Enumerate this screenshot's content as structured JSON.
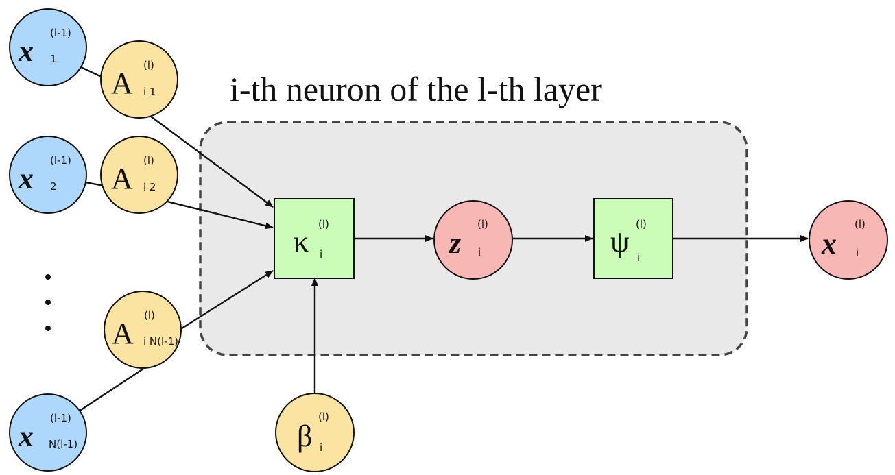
{
  "title": "i-th neuron of the l-th layer",
  "colors": {
    "input_node": "#aed8fb",
    "weight_node": "#fbe3a1",
    "output_node": "#f6b7b5",
    "operator_box": "#ccfdb8",
    "neuron_region": "#e9e9e9",
    "neuron_border": "#444444"
  },
  "inputs": [
    {
      "symbol": "x",
      "sup": "(l-1)",
      "sub": "1"
    },
    {
      "symbol": "x",
      "sup": "(l-1)",
      "sub": "2"
    },
    {
      "symbol": "x",
      "sup": "(l-1)",
      "sub": "N(l-1)"
    }
  ],
  "weights": [
    {
      "symbol": "A",
      "sup": "(l)",
      "sub": "i 1"
    },
    {
      "symbol": "A",
      "sup": "(l)",
      "sub": "i 2"
    },
    {
      "symbol": "A",
      "sup": "(l)",
      "sub": "i N(l-1)"
    }
  ],
  "aggregation": {
    "symbol": "κ",
    "sup": "(l)",
    "sub": "i"
  },
  "preactivation": {
    "symbol": "z",
    "sup": "(l)",
    "sub": "i"
  },
  "activation": {
    "symbol": "ψ",
    "sup": "(l)",
    "sub": "i"
  },
  "output": {
    "symbol": "x",
    "sup": "(l)",
    "sub": "i"
  },
  "bias": {
    "symbol": "β",
    "sup": "(l)",
    "sub": "i"
  }
}
